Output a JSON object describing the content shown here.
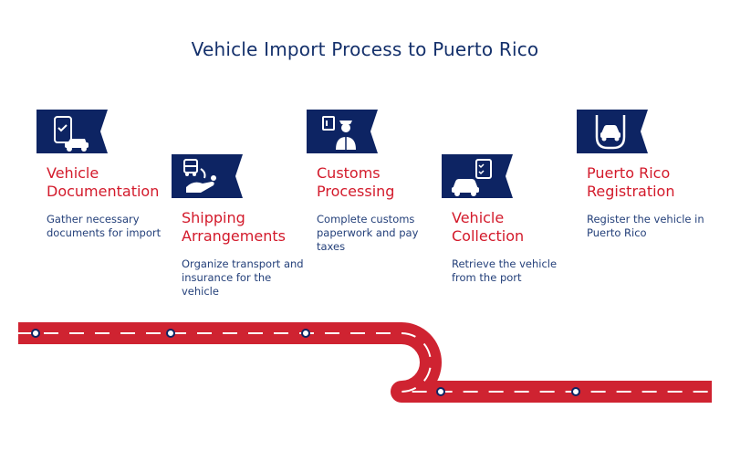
{
  "title": "Vehicle Import Process to Puerto Rico",
  "colors": {
    "navy": "#0d2463",
    "red": "#d31a2b",
    "road": "#cf2331",
    "text_blue": "#24407a"
  },
  "steps": [
    {
      "title": "Vehicle Documentation",
      "title_lines": [
        "Vehicle",
        "Documentation"
      ],
      "desc": "Gather necessary documents for import",
      "icon": "phone-car-icon"
    },
    {
      "title": "Shipping Arrangements",
      "title_lines": [
        "Shipping",
        "Arrangements"
      ],
      "desc": "Organize transport and insurance for the vehicle",
      "icon": "bus-hand-icon"
    },
    {
      "title": "Customs Processing",
      "title_lines": [
        "Customs",
        "Processing"
      ],
      "desc": "Complete customs paperwork and pay taxes",
      "icon": "customs-officer-icon"
    },
    {
      "title": "Vehicle Collection",
      "title_lines": [
        "Vehicle",
        "Collection"
      ],
      "desc": "Retrieve the vehicle from the port",
      "icon": "car-checklist-icon"
    },
    {
      "title": "Puerto Rico Registration",
      "title_lines": [
        "Puerto Rico",
        "Registration"
      ],
      "desc": "Register the vehicle in Puerto Rico",
      "icon": "car-badge-icon"
    }
  ]
}
